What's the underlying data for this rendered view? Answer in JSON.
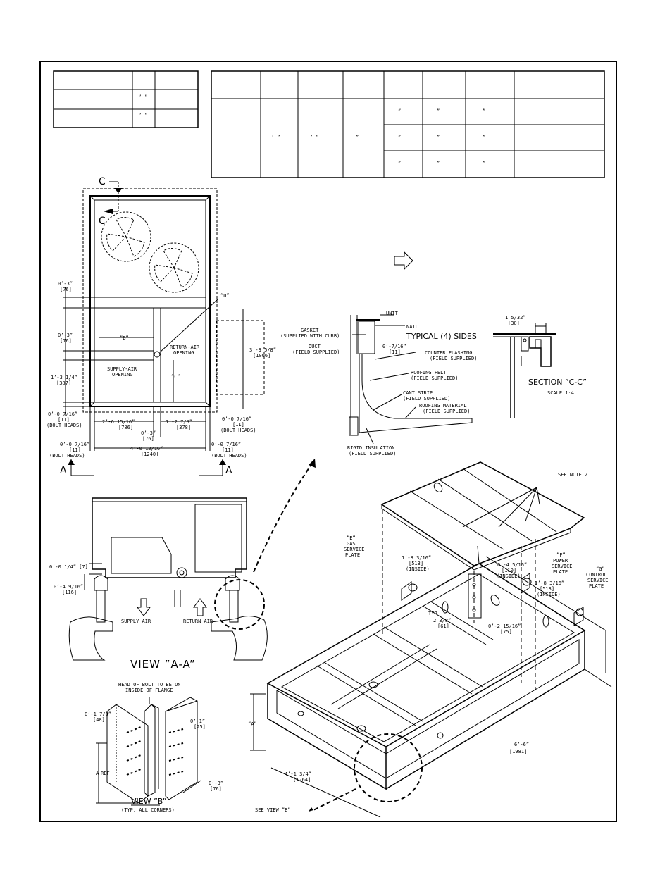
{
  "title_marks": {
    "small_table": [
      "’ ”",
      "’ ”"
    ],
    "large_table": [
      "’ ”",
      "’ ”",
      "”",
      "”",
      "”",
      "”",
      "”",
      "”",
      "”",
      "”",
      "”",
      "”"
    ]
  },
  "top_view": {
    "section_c1": "C",
    "section_c2": "C",
    "dim_3in_top": "0’-3”",
    "dim_3in_top_mm": "[76]",
    "dim_3in_mid": "0’-3”",
    "dim_3in_mid_mm": "[76]",
    "dim_1ft3": "1’-3 1/4”",
    "dim_1ft3_mm": "[387]",
    "dim_7_16_left": "0’-0 7/16”",
    "dim_7_16_left_mm": "[11]",
    "bolt_heads_left": "(BOLT HEADS)",
    "dim_7_16_right": "0’-0 7/16”",
    "dim_7_16_right_mm": "[11]",
    "bolt_heads_right": "(BOLT HEADS)",
    "label_d": "”D”",
    "label_b": "”B”",
    "label_c": "”C”",
    "return_air": "RETURN-AIR",
    "return_opening": "OPENING",
    "supply_air": "SUPPLY-AIR",
    "supply_opening": "OPENING",
    "dim_3ft3": "3’-3 5/8”",
    "dim_3ft3_mm": "[1006]",
    "dim_2ft6": "2’-6 15/16”",
    "dim_2ft6_mm": "[786]",
    "dim_1ft2": "1’-2 7/8”",
    "dim_1ft2_mm": "[378]",
    "dim_3in_bot": "0’-3”",
    "dim_3in_bot_mm": "[76]",
    "dim_4ft0": "4’-0 13/16”",
    "dim_4ft0_mm": "[1240]",
    "dim_7_16_bl": "0’-0 7/16”",
    "dim_7_16_bl_mm": "[11]",
    "bolt_heads_bl": "(BOLT HEADS)",
    "dim_7_16_br": "0’-0 7/16”",
    "dim_7_16_br_mm": "[11]",
    "bolt_heads_br": "(BOLT HEADS)",
    "section_a1": "A",
    "section_a2": "A"
  },
  "curb_section": {
    "unit": "UNIT",
    "nail": "NAIL",
    "gasket": "GASKET",
    "gasket_note": "(SUPPLIED WITH CURB)",
    "typical": "TYPICAL (4) SIDES",
    "duct": "DUCT",
    "duct_note": "(FIELD SUPPLIED)",
    "dim_7_16": "0’-7/16”",
    "dim_7_16_mm": "[11]",
    "counter_flashing": "COUNTER FLASHING",
    "counter_note": "(FIELD SUPPLIED)",
    "roofing_felt": "ROOFING FELT",
    "felt_note": "(FIELD SUPPLIED)",
    "cant_strip": "CANT STRIP",
    "cant_note": "(FIELD SUPPLIED)",
    "roofing_material": "ROOFING MATERIAL",
    "material_note": "(FIELD SUPPLIED)",
    "rigid_insulation": "RIGID INSULATION",
    "insulation_note": "(FIELD SUPPLIED)"
  },
  "section_cc": {
    "dim": "1 5/32”",
    "dim_mm": "[30]",
    "title": "SECTION ”C-C”",
    "scale": "SCALE 1:4"
  },
  "view_aa": {
    "dim_1_4": "0’-0 1/4” [7]",
    "dim_4_9": "0’-4 9/16”",
    "dim_4_9_mm": "[116]",
    "supply_air": "SUPPLY AIR",
    "return_air": "RETURN AIR",
    "title": "VIEW ”A-A”"
  },
  "view_b": {
    "head_note1": "HEAD OF BOLT TO BE ON",
    "head_note2": "INSIDE OF FLANGE",
    "dim_1_7": "0’-1 7/8”",
    "dim_1_7_mm": "[48]",
    "dim_1": "0’-1”",
    "dim_1_mm": "[25]",
    "ref_a": "A",
    "ref": "REF",
    "dim_3": "0’-3”",
    "dim_3_mm": "[76]",
    "title": "VIEW ”B”",
    "note": "(TYP. ALL CORNERS)"
  },
  "iso": {
    "see_note": "SEE NOTE 2",
    "gas_e": "”E”",
    "gas1": "GAS",
    "gas2": "SERVICE",
    "gas3": "PLATE",
    "dim_1ft8a": "1’-8 3/16”",
    "dim_1ft8a_mm": "[513]",
    "dim_1ft8a_note": "(INSIDE)",
    "dim_4_5": "0’-4 5/16”",
    "dim_4_5_mm": "[110]",
    "dim_4_5_note": "(INSIDE)",
    "power_f": "”F”",
    "power1": "POWER",
    "power2": "SERVICE",
    "power3": "PLATE",
    "dim_1ft8b": "1’-8 3/16”",
    "dim_1ft8b_mm": "[513]",
    "dim_1ft8b_note": "(INSIDE)",
    "control_g": "”G”",
    "control1": "CONTROL",
    "control2": "SERVICE",
    "control3": "PLATE",
    "typ": "TYP",
    "dim_2_3": "2 3/8”",
    "dim_2_3_mm": "[61]",
    "dim_2_15": "0’-2 15/16”",
    "dim_2_15_mm": "[75]",
    "dim_a": "”A”",
    "dim_6ft6": "6’-6”",
    "dim_6ft6_mm": "[1981]",
    "dim_4ft1": "4’-1 3/4”",
    "dim_4ft1_mm": "[1264]",
    "see_view_b": "SEE VIEW ”B”"
  }
}
